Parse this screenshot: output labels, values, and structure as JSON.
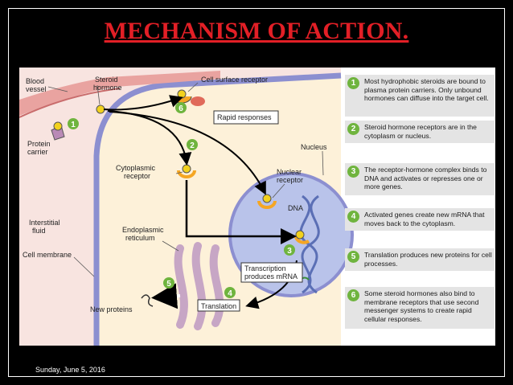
{
  "slide": {
    "title": "MECHANISM OF ACTION.",
    "date": "Sunday, June 5, 2016"
  },
  "diagram": {
    "labels": {
      "blood_vessel_l1": "Blood",
      "blood_vessel_l2": "vessel",
      "steroid_hormone_l1": "Steroid",
      "steroid_hormone_l2": "hormone",
      "protein_carrier_l1": "Protein",
      "protein_carrier_l2": "carrier",
      "cell_surface_receptor": "Cell surface receptor",
      "rapid_responses": "Rapid responses",
      "nucleus": "Nucleus",
      "cytoplasmic_receptor_l1": "Cytoplasmic",
      "cytoplasmic_receptor_l2": "receptor",
      "nuclear_receptor_l1": "Nuclear",
      "nuclear_receptor_l2": "receptor",
      "dna": "DNA",
      "interstitial_fluid_l1": "Interstitial",
      "interstitial_fluid_l2": "fluid",
      "cell_membrane": "Cell membrane",
      "er_l1": "Endoplasmic",
      "er_l2": "reticulum",
      "transcription_l1": "Transcription",
      "transcription_l2": "produces mRNA",
      "translation": "Translation",
      "new_proteins": "New proteins"
    },
    "markers": [
      "1",
      "2",
      "3",
      "4",
      "5",
      "6"
    ],
    "colors": {
      "marker": "#6fb43e",
      "hormone": "#f2d11d",
      "blood_vessel": "#e9a3a0",
      "cytoplasm": "#fdf1d9",
      "interstitial": "#f8e4e0",
      "membrane": "#8c8fd0",
      "nucleus": "#b9c3ea",
      "er": "#c7a6c5",
      "receptor": "#f5a623"
    }
  },
  "steps": [
    {
      "num": "1",
      "text": "Most hydrophobic steroids are bound to plasma protein carriers. Only unbound hormones can diffuse into the target cell."
    },
    {
      "num": "2",
      "text": "Steroid hormone receptors are in the cytoplasm or nucleus."
    },
    {
      "num": "3",
      "text": "The receptor-hormone complex binds to DNA and activates or represses one or more genes."
    },
    {
      "num": "4",
      "text": "Activated genes create new mRNA that moves back to the cytoplasm."
    },
    {
      "num": "5",
      "text": "Translation produces new proteins for cell processes."
    },
    {
      "num": "6",
      "text": "Some steroid hormones also bind to membrane receptors that use second messenger systems to create rapid cellular responses."
    }
  ]
}
